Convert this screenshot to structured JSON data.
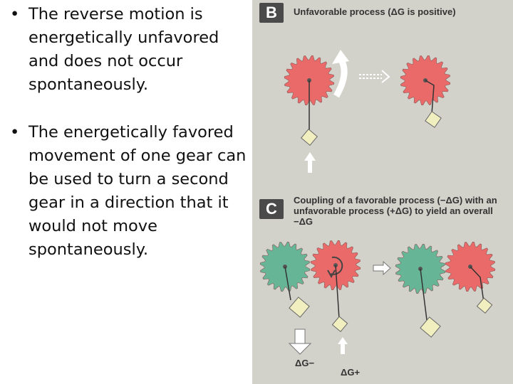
{
  "bullets": [
    "The reverse motion is energetically unfavored and does not occur spontaneously.",
    "The energetically favored movement of one gear can be used to turn a second gear in a direction that it would not move spontaneously."
  ],
  "bullet_symbol": "•",
  "panel_b": {
    "letter": "B",
    "heading": "Unfavorable process (ΔG is positive)"
  },
  "panel_c": {
    "letter": "C",
    "heading": "Coupling of a favorable process (−ΔG) with an unfavorable process (+ΔG) to yield an overall −ΔG",
    "label_minus": "ΔG−",
    "label_plus": "ΔG+"
  },
  "colors": {
    "panel_bg": "#d2d1ca",
    "red_gear": "#e96a68",
    "green_gear": "#66b596",
    "weight": "#f1efc0",
    "arrow": "#ffffff"
  }
}
